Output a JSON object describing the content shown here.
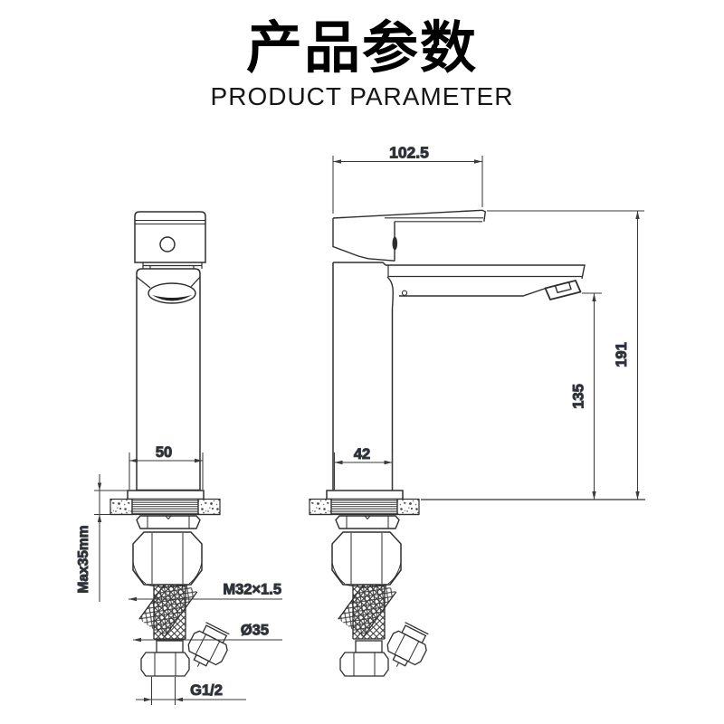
{
  "page": {
    "title_cn": "产品参数",
    "subtitle_en": "PRODUCT PARAMETER"
  },
  "dimensions": {
    "spout_reach": "102.5",
    "overall_height": "191",
    "spout_height": "135",
    "body_width_front": "50",
    "body_width_side": "42",
    "max_deck_thickness": "Max35mm",
    "mounting_thread": "M32×1.5",
    "nut_diameter": "Ø35",
    "hose_thread": "G1/2"
  },
  "colors": {
    "line": "#2e2e2e",
    "dim_text": "#232c42",
    "title": "#000000"
  }
}
